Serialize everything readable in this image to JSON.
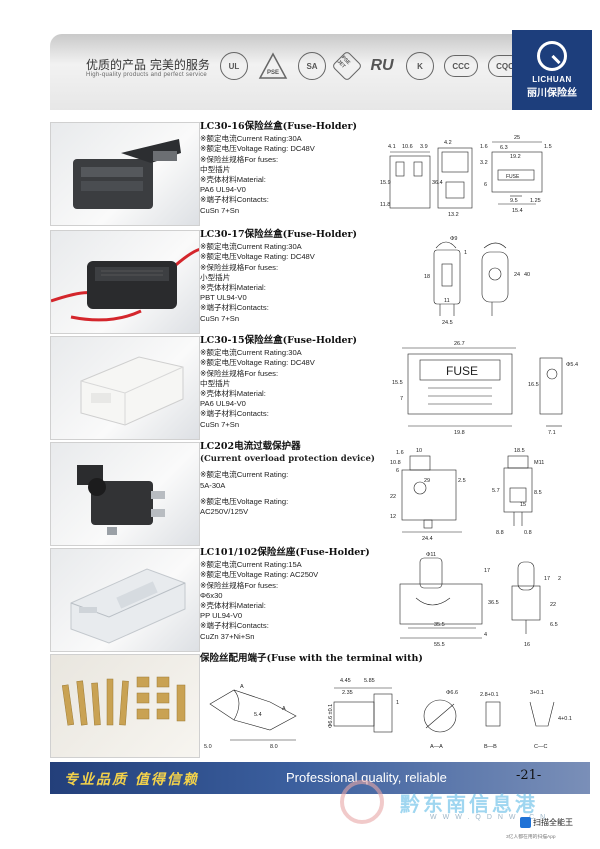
{
  "header": {
    "slogan_cn": "优质的产品 完美的服务",
    "slogan_en": "High-quality products and perfect service",
    "certs": [
      "UL",
      "PSE",
      "SA",
      "PSE JET",
      "RU",
      "K",
      "CCC",
      "CQC"
    ],
    "brand_en": "LICHUAN",
    "brand_cn": "丽川保险丝",
    "brand_color": "#1d3e7c"
  },
  "products": [
    {
      "title": "LC30-16保险丝盒(Fuse-Holder)",
      "specs": [
        "※额定电流Current Rating:30A",
        "※额定电压Voltage Rating: DC48V",
        "※保险丝规格For fuses:",
        "  中型插片",
        "※壳体材料Material:",
        "  PA6 UL94-V0",
        "※端子材料Contacts:",
        "  CuSn 7+Sn"
      ],
      "dims": [
        "4.1",
        "10.6",
        "3.9",
        "4.2",
        "1.6",
        "25",
        "1.5",
        "6.3",
        "19.2",
        "3.2",
        "15.9",
        "36.4",
        "11.8",
        "13.2",
        "6",
        "9.5",
        "1.25",
        "15.4",
        "FUSE"
      ]
    },
    {
      "title": "LC30-17保险丝盒(Fuse-Holder)",
      "specs": [
        "※额定电流Current Rating:30A",
        "※额定电压Voltage Rating: DC48V",
        "※保险丝规格For fuses:",
        "  小型插片",
        "※壳体材料Material:",
        "  PBT UL94-V0",
        "※端子材料Contacts:",
        "  CuSn 7+Sn"
      ],
      "dims": [
        "Φ9",
        "1",
        "18",
        "24",
        "40",
        "11",
        "24.5"
      ]
    },
    {
      "title": "LC30-15保险丝盒(Fuse-Holder)",
      "specs": [
        "※额定电流Current Rating:30A",
        "※额定电压Voltage Rating: DC48V",
        "※保险丝规格For fuses:",
        "  中型插片",
        "※壳体材料Material:",
        "  PA6 UL94-V0",
        "※端子材料Contacts:",
        "  CuSn 7+Sn"
      ],
      "dims": [
        "26.7",
        "FUSE",
        "15.5",
        "7",
        "19.8",
        "Φ5.4",
        "16.5",
        "7.1"
      ]
    },
    {
      "title": "LC202电流过载保护器",
      "subtitle": "(Current overload protection device)",
      "specs": [
        "※额定电流Current Rating:",
        "  5A-30A",
        "※额定电压Voltage Rating:",
        "  AC250V/125V"
      ],
      "dims": [
        "1.6",
        "10",
        "18.5",
        "10.8",
        "6",
        "M11",
        "2.5",
        "29",
        "22",
        "5.7",
        "8.5",
        "15",
        "12",
        "24.4",
        "8.8",
        "0.8"
      ]
    },
    {
      "title": "LC101/102保险丝座(Fuse-Holder)",
      "specs": [
        "※额定电流Current Rating:15A",
        "※额定电压Voltage Rating: AC250V",
        "※保险丝规格For fuses:",
        "  Φ6x30",
        "※壳体材料Material:",
        "  PP UL94-V0",
        "※端子材料Contacts:",
        "  CuZn 37+Ni+Sn"
      ],
      "dims": [
        "Φ11",
        "17",
        "36.5",
        "35.5",
        "55.5",
        "4",
        "17",
        "2",
        "22",
        "6.5",
        "16"
      ]
    },
    {
      "title": "保险丝配用端子(Fuse with the terminal with)",
      "specs": [],
      "dims": [
        "A",
        "A",
        "5.4",
        "5.0",
        "8.0",
        "4.45",
        "2.35",
        "5.85",
        "1",
        "Φ6.6",
        "Φ6.6 ±0.1",
        "2.8+0.1",
        "3+0.1",
        "4+0.1",
        "A—A",
        "B—B",
        "C—C"
      ]
    }
  ],
  "footer": {
    "slogan_cn": "专业品质  值得信赖",
    "slogan_en": "Professional quality, reliable",
    "page": "-21-"
  },
  "watermark": {
    "text": "黔东南信息港",
    "url": "WWW.QDNW.CN",
    "scan_app": "扫描全能王",
    "scan_note": "3亿人都在用的扫描App"
  }
}
